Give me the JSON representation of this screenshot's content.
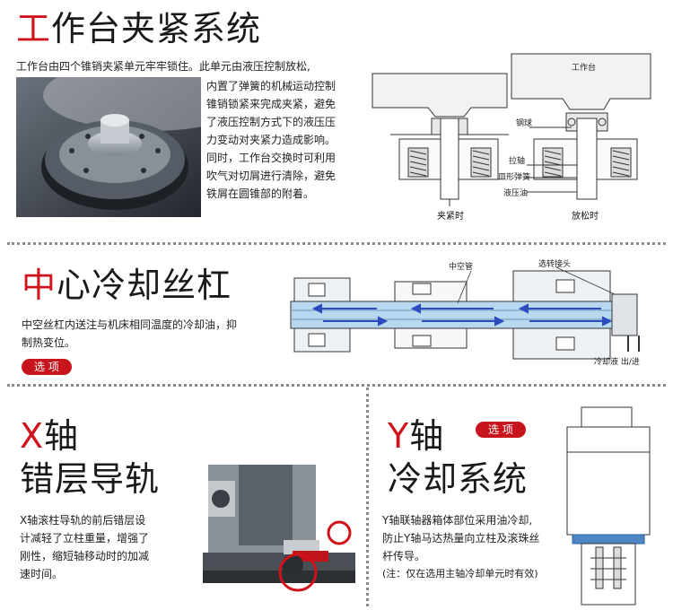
{
  "sections": {
    "clamp": {
      "title_accent": "工",
      "title_rest": "作台夹紧系统",
      "desc_line1": "工作台由四个锥销夹紧单元牢牢锁住。此单元由液压控制放松,",
      "desc_lines": [
        "内置了弹簧的机械运动控制",
        "锥销锁紧来完成夹紧，避免",
        "了液压控制方式下的液压压",
        "力变动对夹紧力造成影响。",
        "同时，工作台交换时可利用",
        "吹气对切屑进行清除，避免",
        "铁屑在圆锥部的附着。"
      ],
      "diagram": {
        "table_label": "工作台",
        "steel_ball": "钢球",
        "pull_shaft": "拉轴",
        "disc_spring": "皿形弹簧",
        "hydraulic_oil": "液压油",
        "caption_clamped": "夹紧时",
        "caption_released": "放松时"
      }
    },
    "screw": {
      "title_accent": "中",
      "title_rest": "心冷却丝杠",
      "desc_lines": [
        "中空丝杠内送注与机床相同温度的冷却油，抑",
        "制热变位。"
      ],
      "badge": "选 项",
      "diagram": {
        "hollow_tube": "中空管",
        "rotary_joint": "选转接头",
        "coolant_inout": "冷却液  出/进"
      }
    },
    "x_axis": {
      "title_accent": "X",
      "title_line1_rest": "轴",
      "title_line2": "错层导轨",
      "desc_lines": [
        "X轴滚柱导轨的前后错层设",
        "计减轻了立柱重量，增强了",
        "刚性，缩短轴移动时的加减",
        "速时间。"
      ]
    },
    "y_axis": {
      "title_accent": "Y",
      "title_line1_rest": "轴",
      "title_line2": "冷却系统",
      "badge": "选 项",
      "desc_lines": [
        "Y轴联轴器箱体部位采用油冷却,",
        "防止Y轴马达热量向立柱及滚珠丝",
        "杆传导。"
      ],
      "note": "(注：仅在选用主轴冷却单元时有效)"
    }
  },
  "colors": {
    "accent": "#d0121b",
    "badge": "#c8141c",
    "coolant": "#b8d8f0",
    "arrow": "#2b4bbf"
  }
}
